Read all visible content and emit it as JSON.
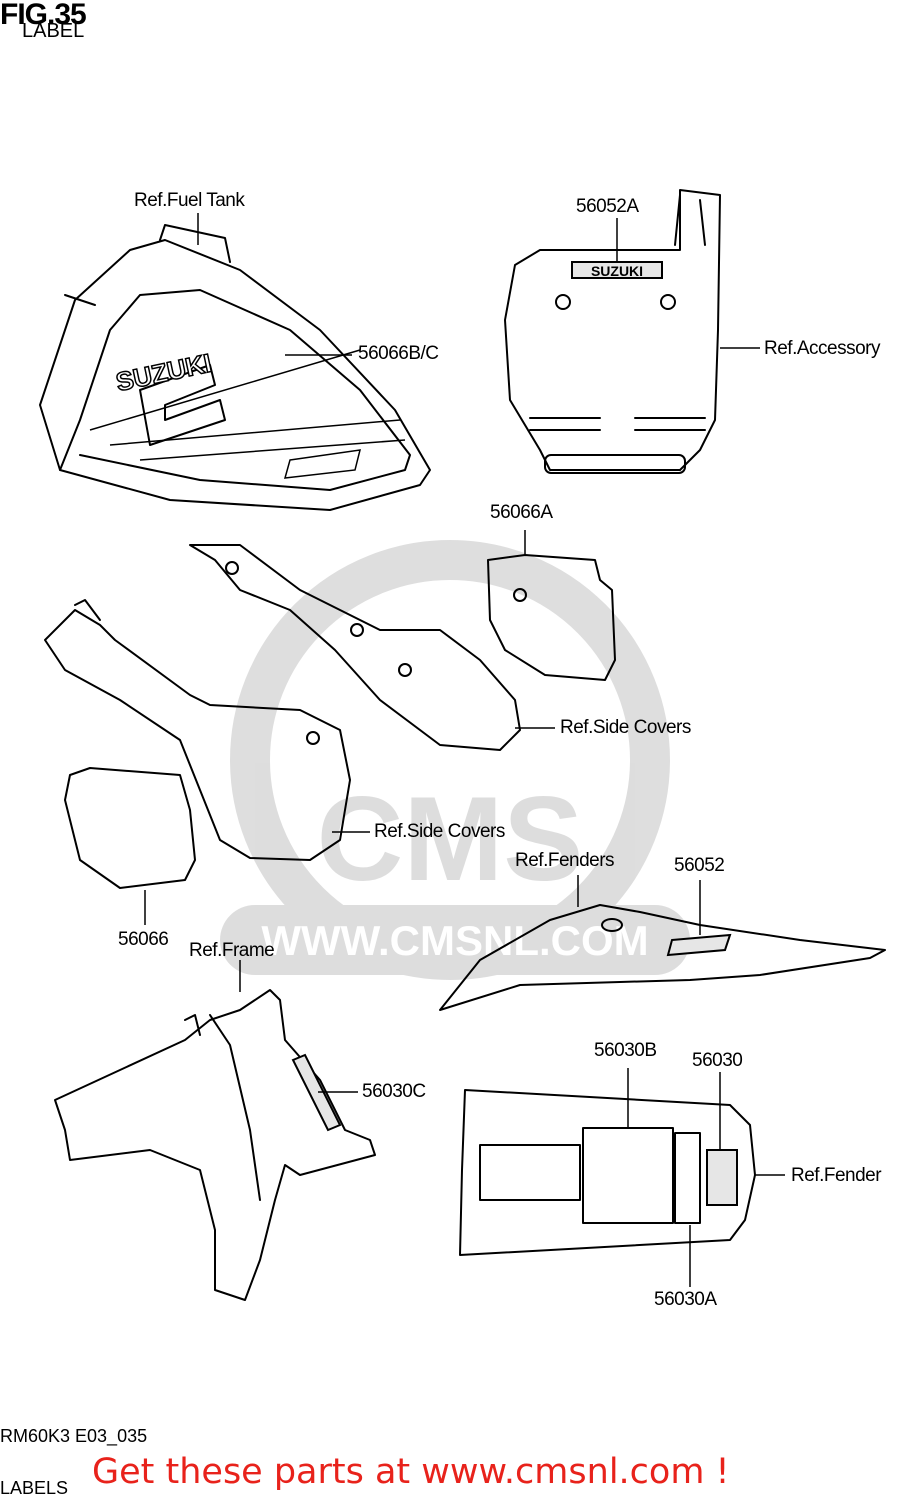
{
  "figure": {
    "title": "FIG.35",
    "subtitle": "LABEL"
  },
  "callouts": {
    "ref_fuel_tank": "Ref.Fuel Tank",
    "p56052A": "56052A",
    "p56066BC": "56066B/C",
    "ref_accessory": "Ref.Accessory",
    "p56066A": "56066A",
    "ref_side_covers_1": "Ref.Side Covers",
    "ref_side_covers_2": "Ref.Side Covers",
    "p56066": "56066",
    "ref_fenders_1": "Ref.Fenders",
    "p56052": "56052",
    "ref_frame": "Ref.Frame",
    "p56030C": "56030C",
    "p56030B": "56030B",
    "p56030": "56030",
    "ref_fender_2": "Ref.Fender",
    "p56030A": "56030A"
  },
  "decal_text": {
    "tank_brand": "SUZUKI",
    "plate_brand": "SUZUKI"
  },
  "watermark": {
    "text": "WWW.CMSNL.COM",
    "logo": "CMS"
  },
  "footer": {
    "code": "RM60K3 E03_035",
    "labels": "LABELS",
    "ad": "Get these parts at www.cmsnl.com !"
  }
}
